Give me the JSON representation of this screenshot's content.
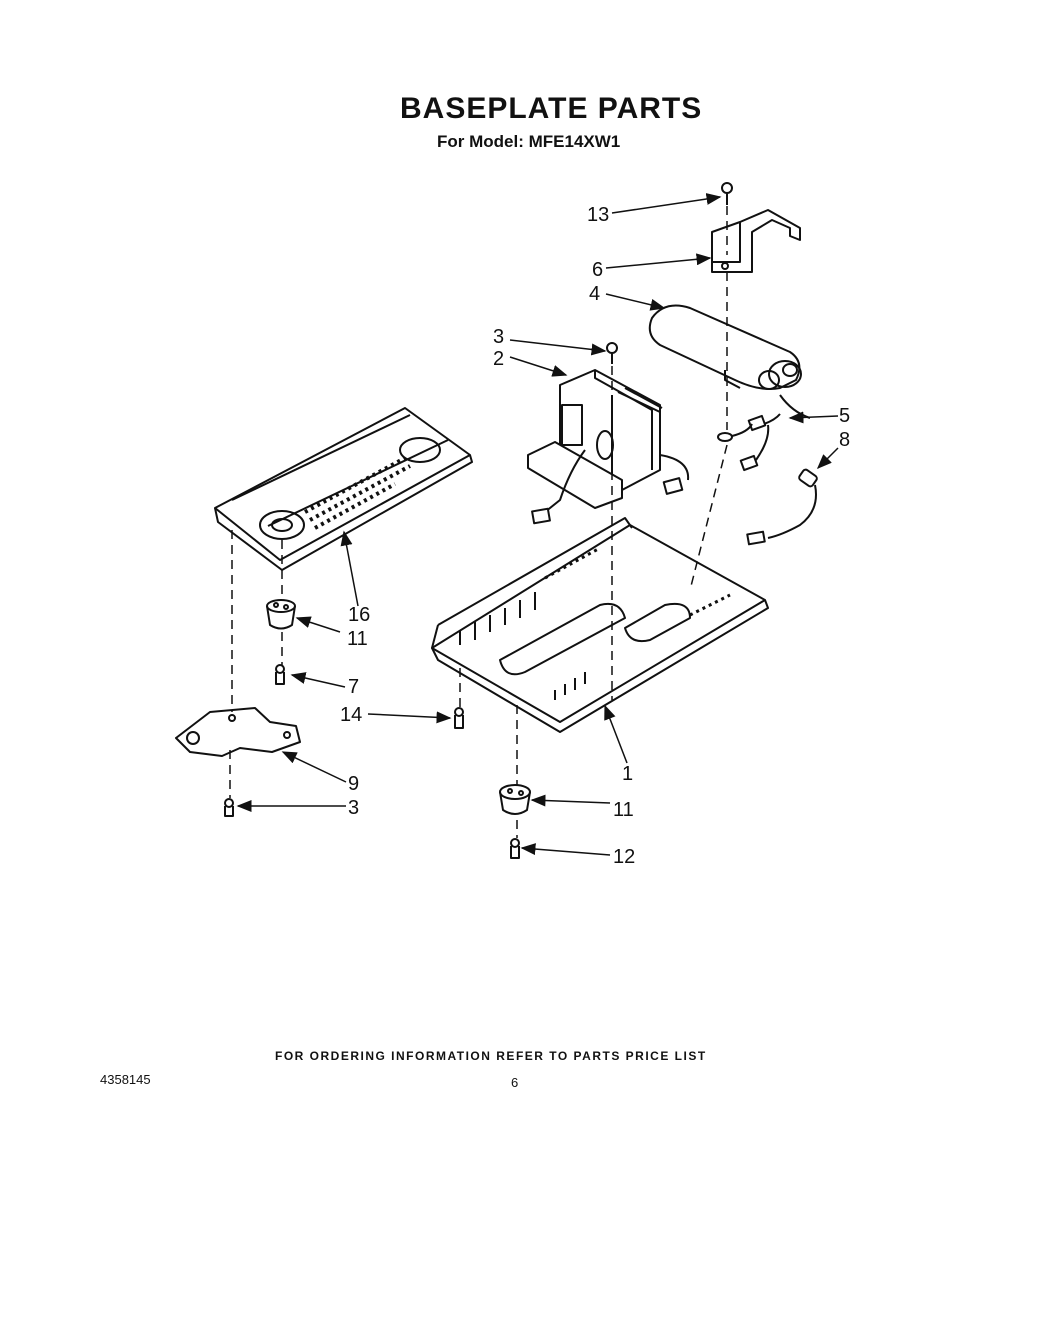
{
  "page": {
    "title": "BASEPLATE PARTS",
    "subtitle": "For Model: MFE14XW1",
    "footer": "FOR ORDERING INFORMATION REFER TO PARTS PRICE LIST",
    "doc_number": "4358145",
    "page_number": "6"
  },
  "callouts": {
    "c13": "13",
    "c6": "6",
    "c4": "4",
    "c3a": "3",
    "c2": "2",
    "c5": "5",
    "c8": "8",
    "c16": "16",
    "c11a": "11",
    "c7": "7",
    "c14": "14",
    "c1": "1",
    "c9": "9",
    "c3b": "3",
    "c11b": "11",
    "c12": "12"
  }
}
